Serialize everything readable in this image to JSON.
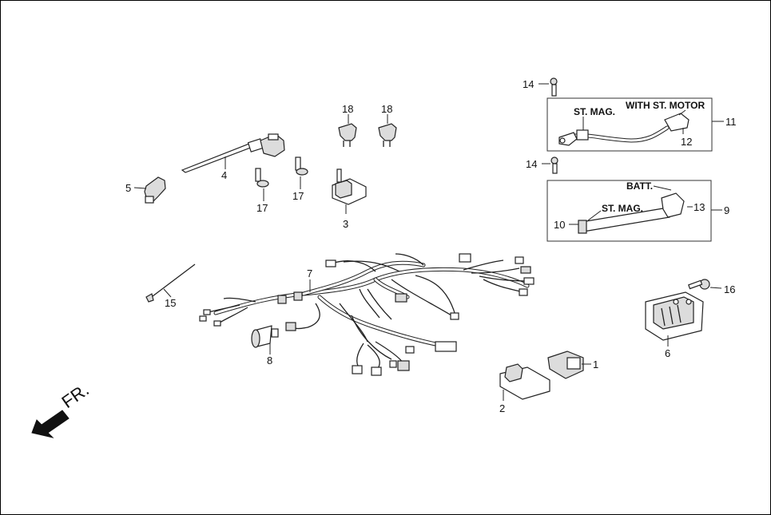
{
  "callouts": {
    "c1": "1",
    "c2": "2",
    "c3": "3",
    "c4": "4",
    "c5": "5",
    "c6": "6",
    "c7": "7",
    "c8": "8",
    "c9": "9",
    "c10": "10",
    "c11": "11",
    "c12": "12",
    "c13": "13",
    "c14a": "14",
    "c14b": "14",
    "c15": "15",
    "c16": "16",
    "c17a": "17",
    "c17b": "17",
    "c18a": "18",
    "c18b": "18"
  },
  "notes": {
    "st_mag_top": "ST. MAG.",
    "with_st_motor": "WITH ST. MOTOR",
    "batt": "BATT.",
    "st_mag_bottom": "ST. MAG."
  },
  "direction": {
    "label": "FR.",
    "arrow": "front-direction-arrow"
  },
  "colors": {
    "line": "#222222",
    "arrow_fill": "#111111"
  }
}
